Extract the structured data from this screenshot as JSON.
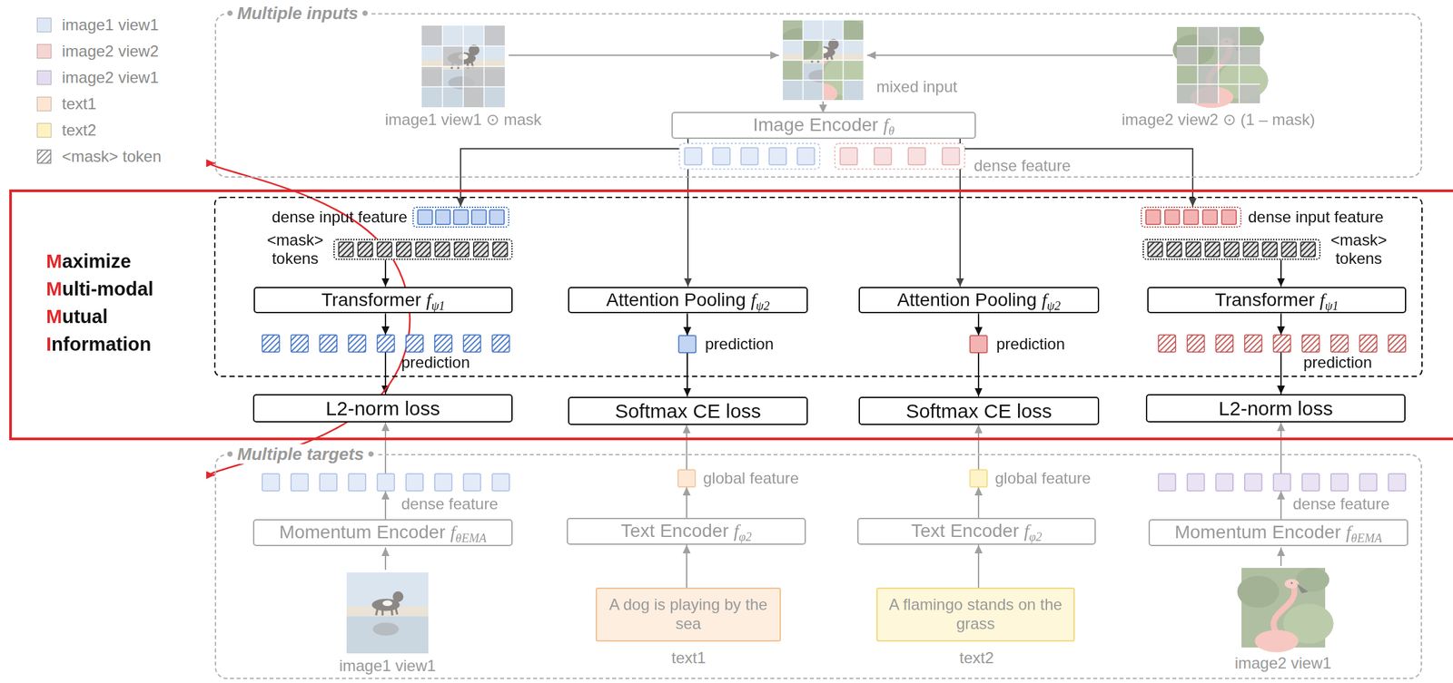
{
  "diagram": {
    "nodes": [
      {
        "text": [
          "Multiple inputs"
        ]
      },
      {
        "text": [
          "Image Encoder fθ"
        ],
        "in": 0
      },
      {
        "text": [
          "Maximize Multi-modal Mutual Information"
        ]
      },
      {
        "text": [
          "dense input feature"
        ],
        "in": 2
      },
      {
        "text": [
          "<mask> tokens"
        ],
        "in": 2
      },
      {
        "text": [
          "Transformer fψ1"
        ],
        "in": 2
      },
      {
        "text": [
          "prediction"
        ],
        "in": 2
      },
      {
        "text": [
          "Attention Pooling fψ2"
        ],
        "in": 2
      },
      {
        "text": [
          "prediction"
        ],
        "in": 2
      },
      {
        "text": [
          "Attention Pooling fψ2"
        ],
        "in": 2
      },
      {
        "text": [
          "prediction"
        ],
        "in": 2
      },
      {
        "text": [
          "dense input feature"
        ],
        "in": 2
      },
      {
        "text": [
          "<mask> tokens"
        ],
        "in": 2
      },
      {
        "text": [
          "Transformer fψ1"
        ],
        "in": 2
      },
      {
        "text": [
          "prediction"
        ],
        "in": 2
      },
      {
        "text": [
          "L2-norm loss"
        ],
        "in": 2
      },
      {
        "text": [
          "Softmax CE loss"
        ],
        "in": 2
      },
      {
        "text": [
          "Softmax CE loss"
        ],
        "in": 2
      },
      {
        "text": [
          "L2-norm loss"
        ],
        "in": 2
      },
      {
        "text": [
          "Multiple targets"
        ]
      },
      {
        "text": [
          "dense feature"
        ],
        "in": 19
      },
      {
        "text": [
          "Momentum Encoder fθEMA"
        ],
        "in": 19
      },
      {
        "text": [
          "global feature"
        ],
        "in": 19
      },
      {
        "text": [
          "Text Encoder fφ2"
        ],
        "in": 19
      },
      {
        "text": [
          "A dog is playing by the sea"
        ],
        "in": 19
      },
      {
        "text": [
          "global feature"
        ],
        "in": 19
      },
      {
        "text": [
          "Text Encoder fφ2"
        ],
        "in": 19
      },
      {
        "text": [
          "A flamingo stands on the grass"
        ],
        "in": 19
      },
      {
        "text": [
          "dense feature"
        ],
        "in": 19
      },
      {
        "text": [
          "Momentum Encoder fθEMA"
        ],
        "in": 19
      }
    ],
    "edges": [
      {
        "from": 1,
        "to": 3,
        "arrow": "to"
      },
      {
        "from": 1,
        "to": 7,
        "arrow": "to"
      },
      {
        "from": 1,
        "to": 9,
        "arrow": "to"
      },
      {
        "from": 1,
        "to": 11,
        "arrow": "to"
      },
      {
        "from": 4,
        "to": 5,
        "arrow": "to"
      },
      {
        "from": 5,
        "to": 6,
        "arrow": "to"
      },
      {
        "from": 6,
        "to": 15,
        "arrow": "to"
      },
      {
        "from": 7,
        "to": 8,
        "arrow": "to"
      },
      {
        "from": 8,
        "to": 16,
        "arrow": "to"
      },
      {
        "from": 9,
        "to": 10,
        "arrow": "to"
      },
      {
        "from": 10,
        "to": 17,
        "arrow": "to"
      },
      {
        "from": 12,
        "to": 13,
        "arrow": "to"
      },
      {
        "from": 13,
        "to": 14,
        "arrow": "to"
      },
      {
        "from": 14,
        "to": 18,
        "arrow": "to"
      },
      {
        "from": 21,
        "to": 20,
        "arrow": "to"
      },
      {
        "from": 20,
        "to": 15,
        "arrow": "to"
      },
      {
        "from": 23,
        "to": 22,
        "arrow": "to"
      },
      {
        "from": 22,
        "to": 16,
        "arrow": "to"
      },
      {
        "from": 24,
        "to": 23,
        "arrow": "to"
      },
      {
        "from": 26,
        "to": 25,
        "arrow": "to"
      },
      {
        "from": 25,
        "to": 17,
        "arrow": "to"
      },
      {
        "from": 27,
        "to": 26,
        "arrow": "to"
      },
      {
        "from": 29,
        "to": 28,
        "arrow": "to"
      },
      {
        "from": 28,
        "to": 18,
        "arrow": "to"
      },
      {
        "from": 0,
        "to": 19,
        "arrow": "both"
      }
    ],
    "labels": [
      "image1 view1 ⊙ mask",
      "mixed input",
      "image2 view2 ⊙ (1 – mask)",
      "dense feature",
      "image1 view1",
      "text1",
      "text2",
      "image2 view1"
    ],
    "legend": [
      {
        "text": "image1 view1",
        "color": "#dde7f6"
      },
      {
        "text": "image2 view2",
        "color": "#f6d4d4"
      },
      {
        "text": "image2 view1",
        "color": "#e4dcf0"
      },
      {
        "text": "text1",
        "color": "#fde5d2"
      },
      {
        "text": "text2",
        "color": "#fff2c2"
      },
      {
        "text": "<mask> token"
      }
    ]
  }
}
